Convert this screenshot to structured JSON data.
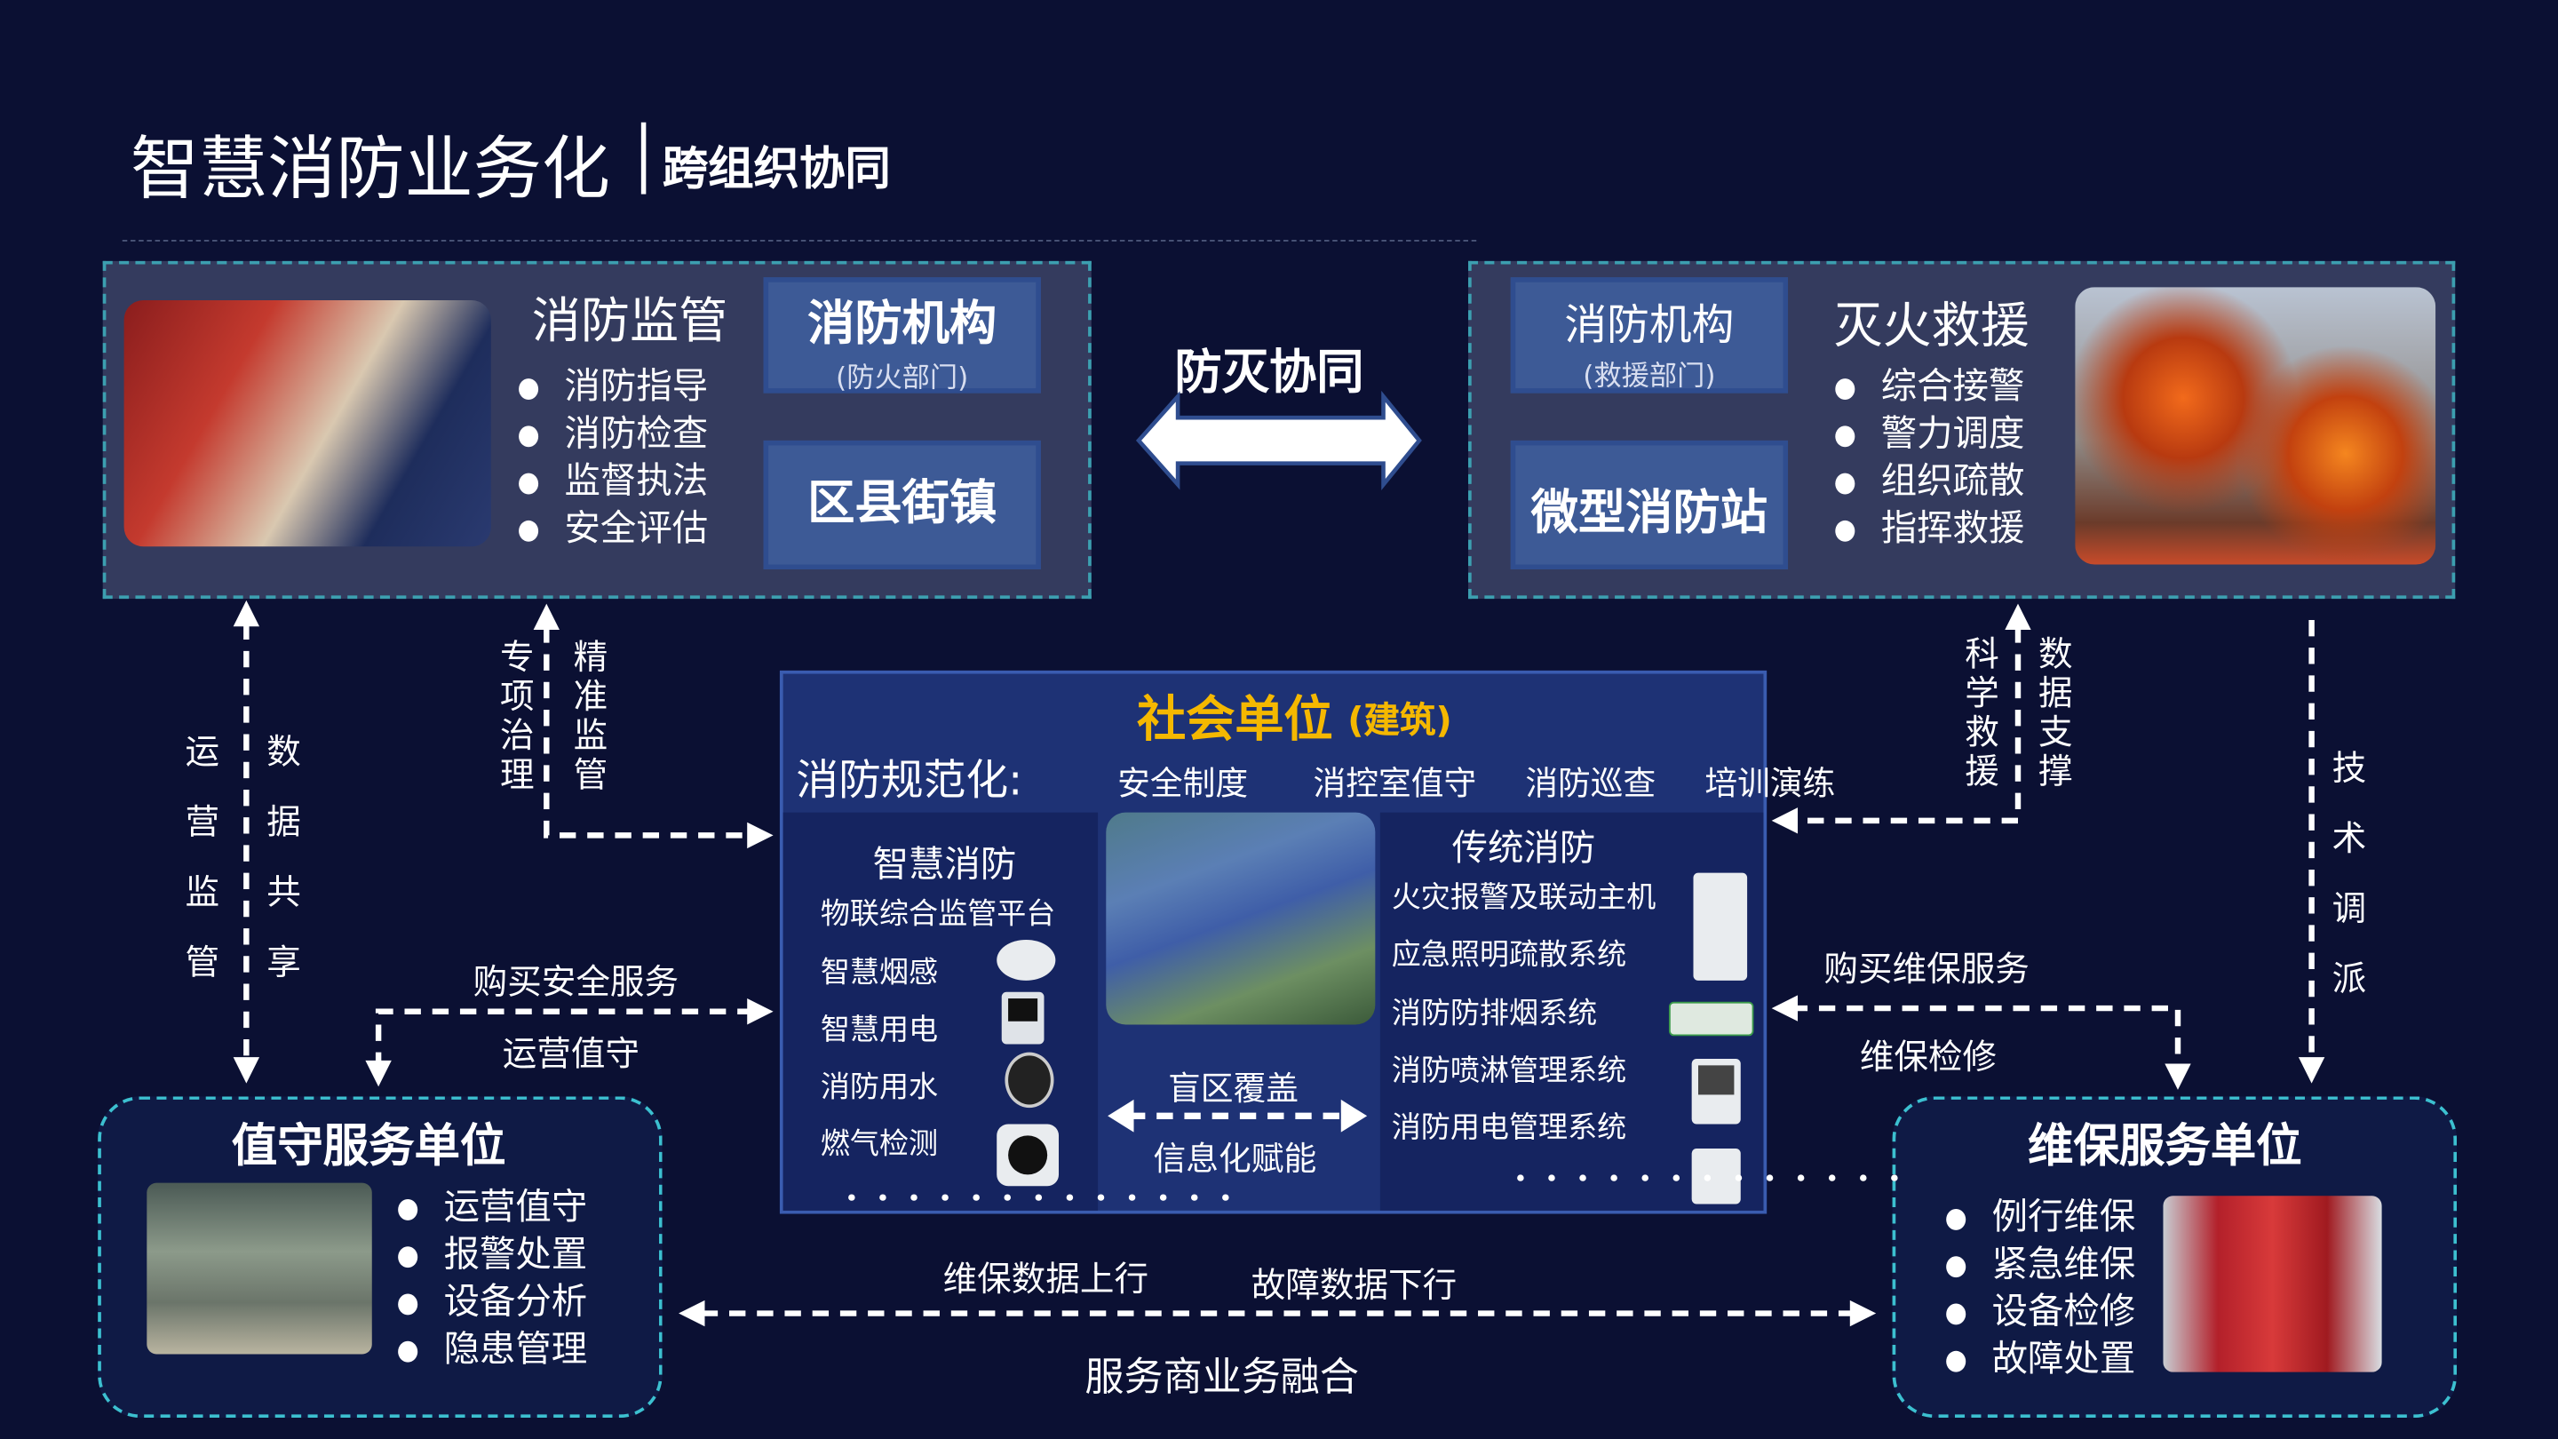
{
  "header": {
    "title": "智慧消防业务化",
    "subtitle": "跨组织协同"
  },
  "supervision": {
    "heading": "消防监管",
    "items": [
      "消防指导",
      "消防检查",
      "监督执法",
      "安全评估"
    ],
    "org_box": {
      "title": "消防机构",
      "sub": "(防火部门)"
    },
    "district_box": "区县街镇"
  },
  "center_link": {
    "label": "防灭协同"
  },
  "rescue": {
    "heading": "灭火救援",
    "items": [
      "综合接警",
      "警力调度",
      "组织疏散",
      "指挥救援"
    ],
    "org_box": {
      "title": "消防机构",
      "sub": "(救援部门)"
    },
    "station_box": "微型消防站"
  },
  "social_unit": {
    "title": "社会单位",
    "title_note": "(建筑)",
    "norm_label": "消防规范化:",
    "norm_items": [
      "安全制度",
      "消控室值守",
      "消防巡查",
      "培训演练"
    ],
    "smart": {
      "title": "智慧消防",
      "platform": "物联综合监管平台",
      "items": [
        "智慧烟感",
        "智慧用电",
        "消防用水",
        "燃气检测"
      ]
    },
    "middle": {
      "top": "盲区覆盖",
      "bottom": "信息化赋能"
    },
    "traditional": {
      "title": "传统消防",
      "items": [
        "火灾报警及联动主机",
        "应急照明疏散系统",
        "消防防排烟系统",
        "消防喷淋管理系统",
        "消防用电管理系统"
      ]
    }
  },
  "flows": {
    "left_outer": [
      "运营监管",
      "数据共享"
    ],
    "left_inner": [
      "专项治理",
      "精准监管"
    ],
    "buy_safety": "购买安全服务",
    "ops_duty": "运营值守",
    "right_inner": [
      "科学救援",
      "数据支撑"
    ],
    "right_outer": "技术调派",
    "buy_maint": "购买维保服务",
    "maint_repair": "维保检修",
    "bottom_up": "维保数据上行",
    "bottom_down": "故障数据下行",
    "bottom_label": "服务商业务融合"
  },
  "duty_unit": {
    "title": "值守服务单位",
    "items": [
      "运营值守",
      "报警处置",
      "设备分析",
      "隐患管理"
    ]
  },
  "maint_unit": {
    "title": "维保服务单位",
    "items": [
      "例行维保",
      "紧急维保",
      "设备检修",
      "故障处置"
    ]
  },
  "colors": {
    "background": "#0b1033",
    "panel": "#343b5e",
    "accent_orange": "#f5b800",
    "box_blue": "#3d5a96",
    "dashed_teal": "#3c9fb0"
  }
}
